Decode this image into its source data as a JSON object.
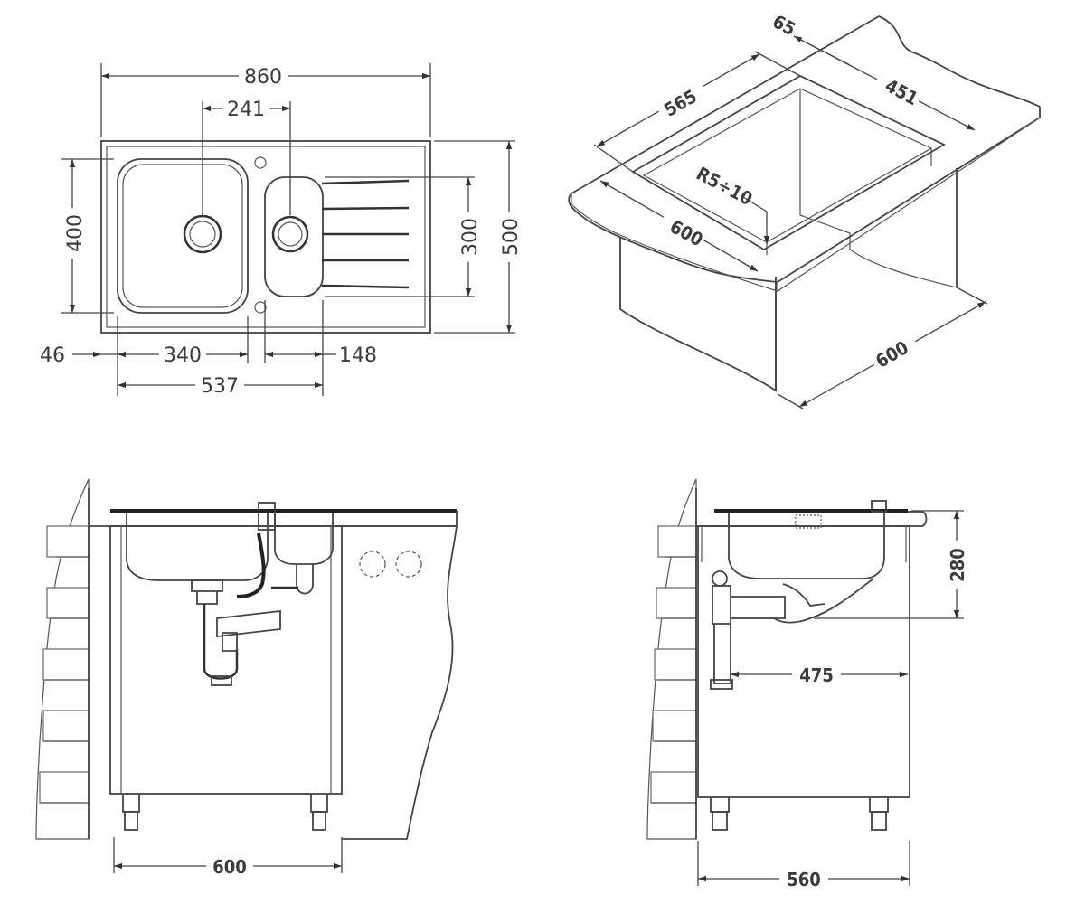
{
  "drawing": {
    "top_view": {
      "overall_width": "860",
      "drain_spacing": "241",
      "bowl_height": "400",
      "small_bowl_height": "300",
      "overall_depth": "500",
      "edge_offset": "46",
      "main_bowl_width": "340",
      "small_bowl_width": "148",
      "bowls_total_width": "537"
    },
    "iso_view": {
      "rim": "65",
      "cutout_depth": "565",
      "cutout_width": "451",
      "radius": "R5÷10",
      "front_width": "600",
      "cabinet_depth": "600"
    },
    "front_view": {
      "cabinet_width": "600"
    },
    "side_view": {
      "sink_height": "280",
      "drain_offset": "475",
      "cabinet_depth": "560"
    }
  }
}
